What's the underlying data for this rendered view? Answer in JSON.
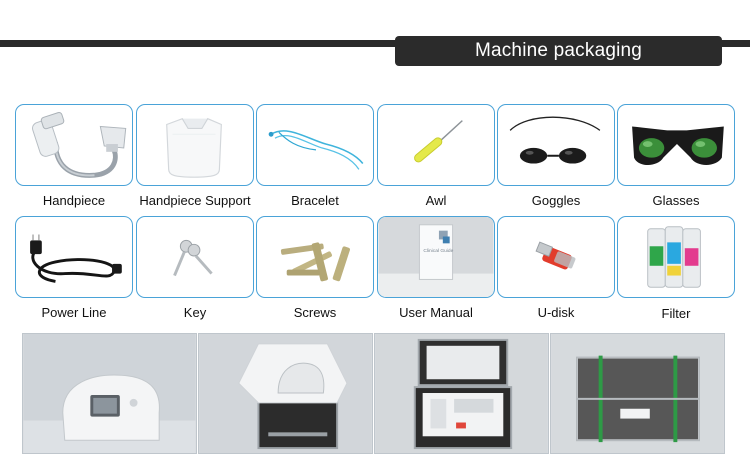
{
  "header": {
    "title": "Machine packaging"
  },
  "row1": [
    {
      "label": "Handpiece",
      "icon": "handpiece-icon"
    },
    {
      "label": "Handpiece Support",
      "icon": "handpiece-support-icon"
    },
    {
      "label": "Bracelet",
      "icon": "bracelet-icon"
    },
    {
      "label": "Awl",
      "icon": "awl-icon"
    },
    {
      "label": "Goggles",
      "icon": "goggles-icon"
    },
    {
      "label": "Glasses",
      "icon": "glasses-icon"
    }
  ],
  "row2": [
    {
      "label": "Power Line",
      "icon": "power-line-icon"
    },
    {
      "label": "Key",
      "icon": "key-icon"
    },
    {
      "label": "Screws",
      "icon": "screws-icon"
    },
    {
      "label": "User Manual",
      "icon": "user-manual-icon",
      "cover_text": "Clinical Guide"
    },
    {
      "label": "U-disk",
      "icon": "u-disk-icon"
    },
    {
      "label": "Filter",
      "icon": "filter-icon"
    }
  ],
  "colors": {
    "accent": "#4aa3d8",
    "banner": "#2b2b2b"
  }
}
